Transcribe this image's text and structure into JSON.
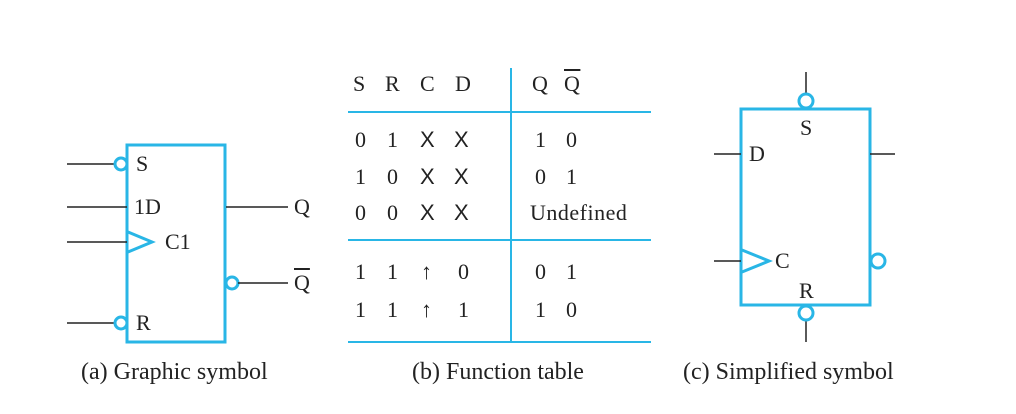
{
  "colors": {
    "symbol": "#29b6e6",
    "ink": "#222222"
  },
  "graphic_symbol": {
    "inputs": [
      "S",
      "1D",
      "C1",
      "R"
    ],
    "outputs": [
      "Q",
      "Q"
    ],
    "caption": "(a) Graphic symbol"
  },
  "function_table": {
    "headers": {
      "s": "S",
      "r": "R",
      "c": "C",
      "d": "D",
      "q": "Q",
      "qbar": "Q"
    },
    "rows": [
      {
        "s": "0",
        "r": "1",
        "c": "X",
        "d": "X",
        "q": "1",
        "qbar": "0"
      },
      {
        "s": "1",
        "r": "0",
        "c": "X",
        "d": "X",
        "q": "0",
        "qbar": "1"
      },
      {
        "s": "0",
        "r": "0",
        "c": "X",
        "d": "X",
        "q": "Undefined",
        "qbar": ""
      },
      {
        "s": "1",
        "r": "1",
        "c": "↑",
        "d": "0",
        "q": "0",
        "qbar": "1"
      },
      {
        "s": "1",
        "r": "1",
        "c": "↑",
        "d": "1",
        "q": "1",
        "qbar": "0"
      }
    ],
    "caption": "(b) Function table"
  },
  "simplified_symbol": {
    "labels": {
      "s": "S",
      "d": "D",
      "c": "C",
      "r": "R"
    },
    "caption": "(c) Simplified symbol"
  }
}
